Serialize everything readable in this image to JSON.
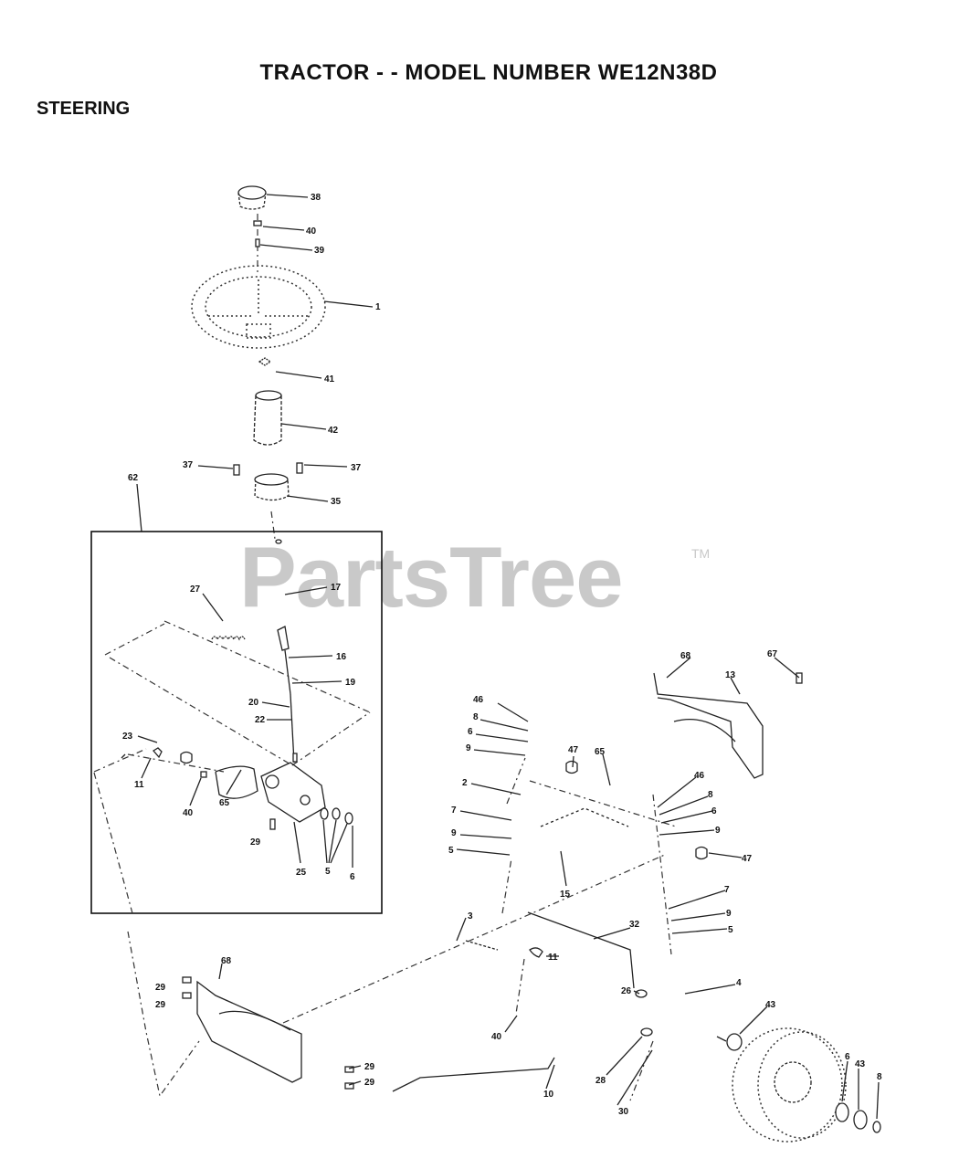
{
  "header": {
    "title": "TRACTOR - - MODEL NUMBER WE12N38D",
    "section": "STEERING"
  },
  "watermark": {
    "text": "PartsTree",
    "trademark": "TM"
  },
  "callouts": {
    "c38": "38",
    "c40a": "40",
    "c39": "39",
    "c1": "1",
    "c41": "41",
    "c42": "42",
    "c37a": "37",
    "c37b": "37",
    "c35": "35",
    "c62": "62",
    "c27": "27",
    "c17": "17",
    "c16": "16",
    "c19": "19",
    "c20": "20",
    "c22": "22",
    "c23": "23",
    "c11a": "11",
    "c40b": "40",
    "c65a": "65",
    "c29a": "29",
    "c25": "25",
    "c5a": "5",
    "c6a": "6",
    "c46a": "46",
    "c8a": "8",
    "c6b": "6",
    "c9a": "9",
    "c47a": "47",
    "c65b": "65",
    "c2": "2",
    "c7a": "7",
    "c9b": "9",
    "c5b": "5",
    "c15": "15",
    "c68a": "68",
    "c13": "13",
    "c67": "67",
    "c46b": "46",
    "c8b": "8",
    "c6c": "6",
    "c9c": "9",
    "c47b": "47",
    "c7b": "7",
    "c9d": "9",
    "c5c": "5",
    "c3": "3",
    "c32": "32",
    "c11b": "11",
    "c40c": "40",
    "c68b": "68",
    "c29b": "29",
    "c29c": "29",
    "c29d": "29",
    "c29e": "29",
    "c26": "26",
    "c4": "4",
    "c28": "28",
    "c30": "30",
    "c10": "10",
    "c43a": "43",
    "c6d": "6",
    "c43b": "43",
    "c8c": "8"
  }
}
